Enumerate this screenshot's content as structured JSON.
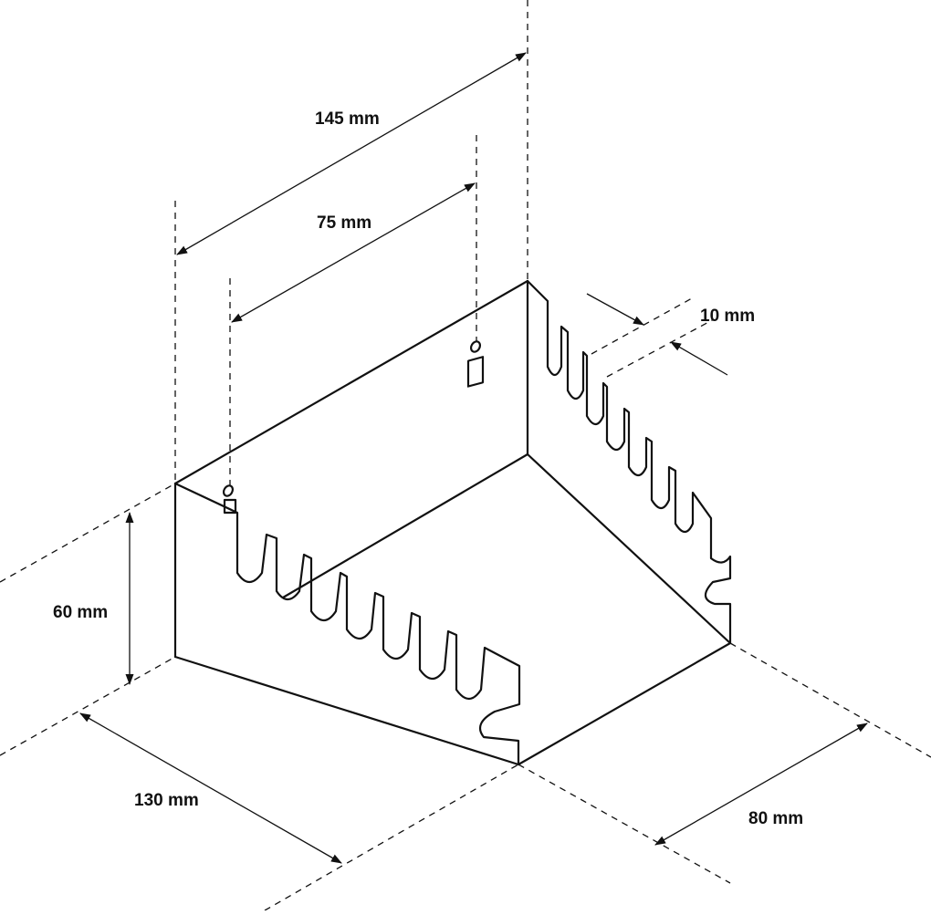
{
  "diagram": {
    "dimensions": {
      "overall_width": "145 mm",
      "hole_spacing": "75 mm",
      "slot_pitch": "10 mm",
      "height": "60 mm",
      "front_length": "130 mm",
      "depth": "80 mm"
    },
    "colors": {
      "line": "#111111",
      "background": "#ffffff"
    }
  }
}
